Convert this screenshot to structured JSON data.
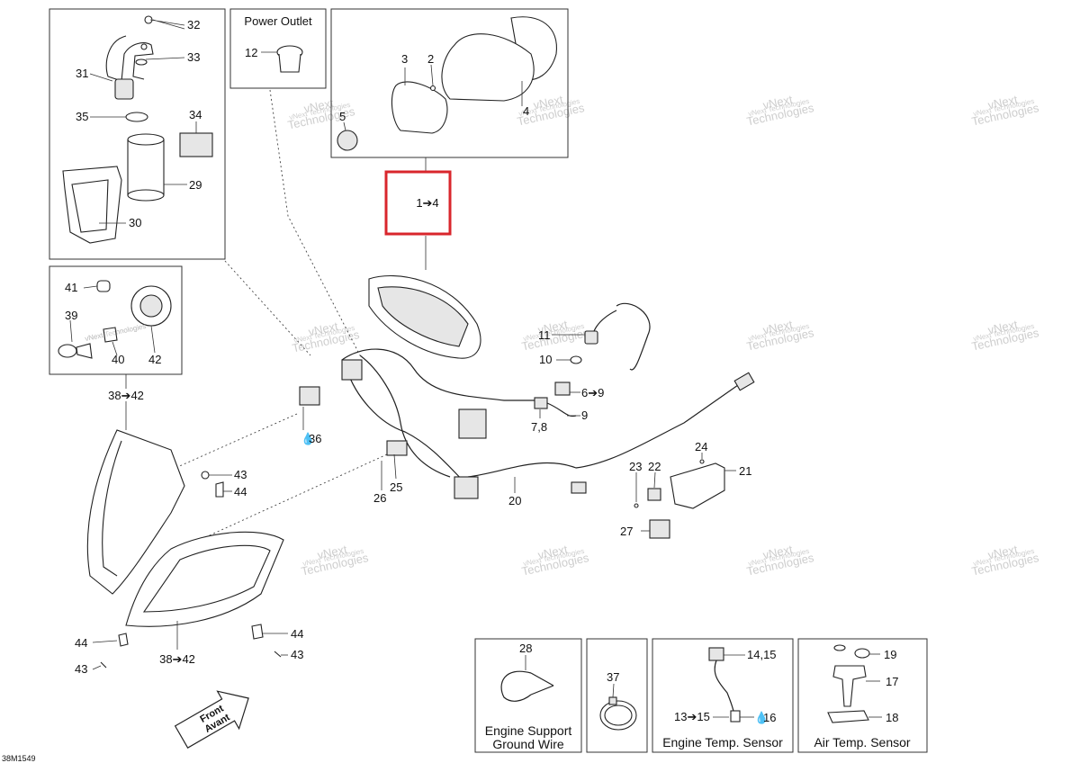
{
  "diagram_id": "38M1549",
  "highlight": {
    "label": "1➔4",
    "color": "#d9262c"
  },
  "boxes": {
    "power_outlet_title": "Power Outlet",
    "support_caption_line1": "Engine Support",
    "support_caption_line2": "Ground Wire",
    "engine_temp_caption": "Engine Temp. Sensor",
    "air_temp_caption": "Air Temp. Sensor"
  },
  "front_arrow": {
    "line1": "Front",
    "line2": "Avant"
  },
  "watermark": {
    "line1": "vNext",
    "line2": "Technologies",
    "full": "vNext Technologies"
  },
  "callouts": {
    "c32": "32",
    "c33": "33",
    "c31": "31",
    "c35": "35",
    "c34": "34",
    "c29": "29",
    "c30": "30",
    "c12": "12",
    "c3": "3",
    "c2": "2",
    "c5": "5",
    "c4": "4",
    "c41": "41",
    "c39": "39",
    "c40": "40",
    "c42": "42",
    "c38_42_top": "38➔42",
    "c11": "11",
    "c10": "10",
    "c6_9": "6➔9",
    "c7_8": "7,8",
    "c9": "9",
    "c36": "36",
    "c43a": "43",
    "c44a": "44",
    "c26": "26",
    "c25": "25",
    "c20": "20",
    "c24": "24",
    "c21": "21",
    "c23": "23",
    "c22": "22",
    "c27": "27",
    "c44b": "44",
    "c43b": "43",
    "c44c": "44",
    "c43c": "43",
    "c38_42_bottom": "38➔42",
    "c28": "28",
    "c37": "37",
    "c14_15": "14,15",
    "c13_15": "13➔15",
    "c16": "16",
    "c19": "19",
    "c17": "17",
    "c18": "18"
  }
}
